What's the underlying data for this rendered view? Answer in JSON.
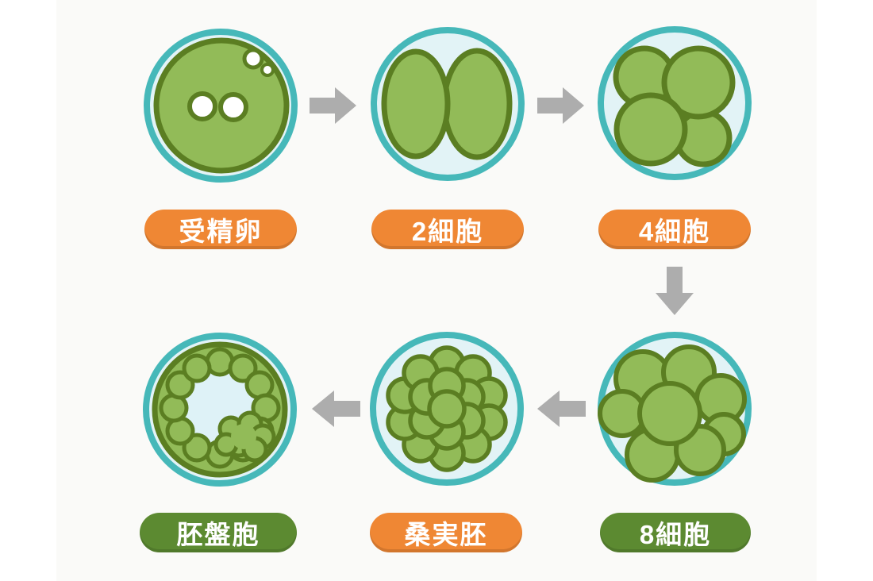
{
  "diagram": {
    "title_implicit": "embryo-development-stages",
    "stages": [
      {
        "id": "fertilized-egg",
        "label": "受精卵",
        "pill_color": "orange"
      },
      {
        "id": "two-cell",
        "label": "2細胞",
        "pill_color": "orange"
      },
      {
        "id": "four-cell",
        "label": "4細胞",
        "pill_color": "orange"
      },
      {
        "id": "eight-cell",
        "label": "8細胞",
        "pill_color": "green"
      },
      {
        "id": "morula",
        "label": "桑実胚",
        "pill_color": "orange"
      },
      {
        "id": "blastocyst",
        "label": "胚盤胞",
        "pill_color": "green"
      }
    ],
    "flow": [
      {
        "from": "fertilized-egg",
        "to": "two-cell",
        "direction": "right"
      },
      {
        "from": "two-cell",
        "to": "four-cell",
        "direction": "right"
      },
      {
        "from": "four-cell",
        "to": "eight-cell",
        "direction": "down"
      },
      {
        "from": "eight-cell",
        "to": "morula",
        "direction": "left"
      },
      {
        "from": "morula",
        "to": "blastocyst",
        "direction": "left"
      }
    ],
    "colors": {
      "background": "#ffffff",
      "canvas_background": "#fafaf8",
      "zona_ring_teal": "#46b8b9",
      "zona_fill_blue": "#e2f3f6",
      "cell_green": "#92bb58",
      "cell_outline_dark_green": "#5b7e22",
      "pill_orange": "#ef8734",
      "pill_green": "#5c8a31",
      "arrow_gray": "#adadad",
      "label_text": "#ffffff"
    }
  }
}
